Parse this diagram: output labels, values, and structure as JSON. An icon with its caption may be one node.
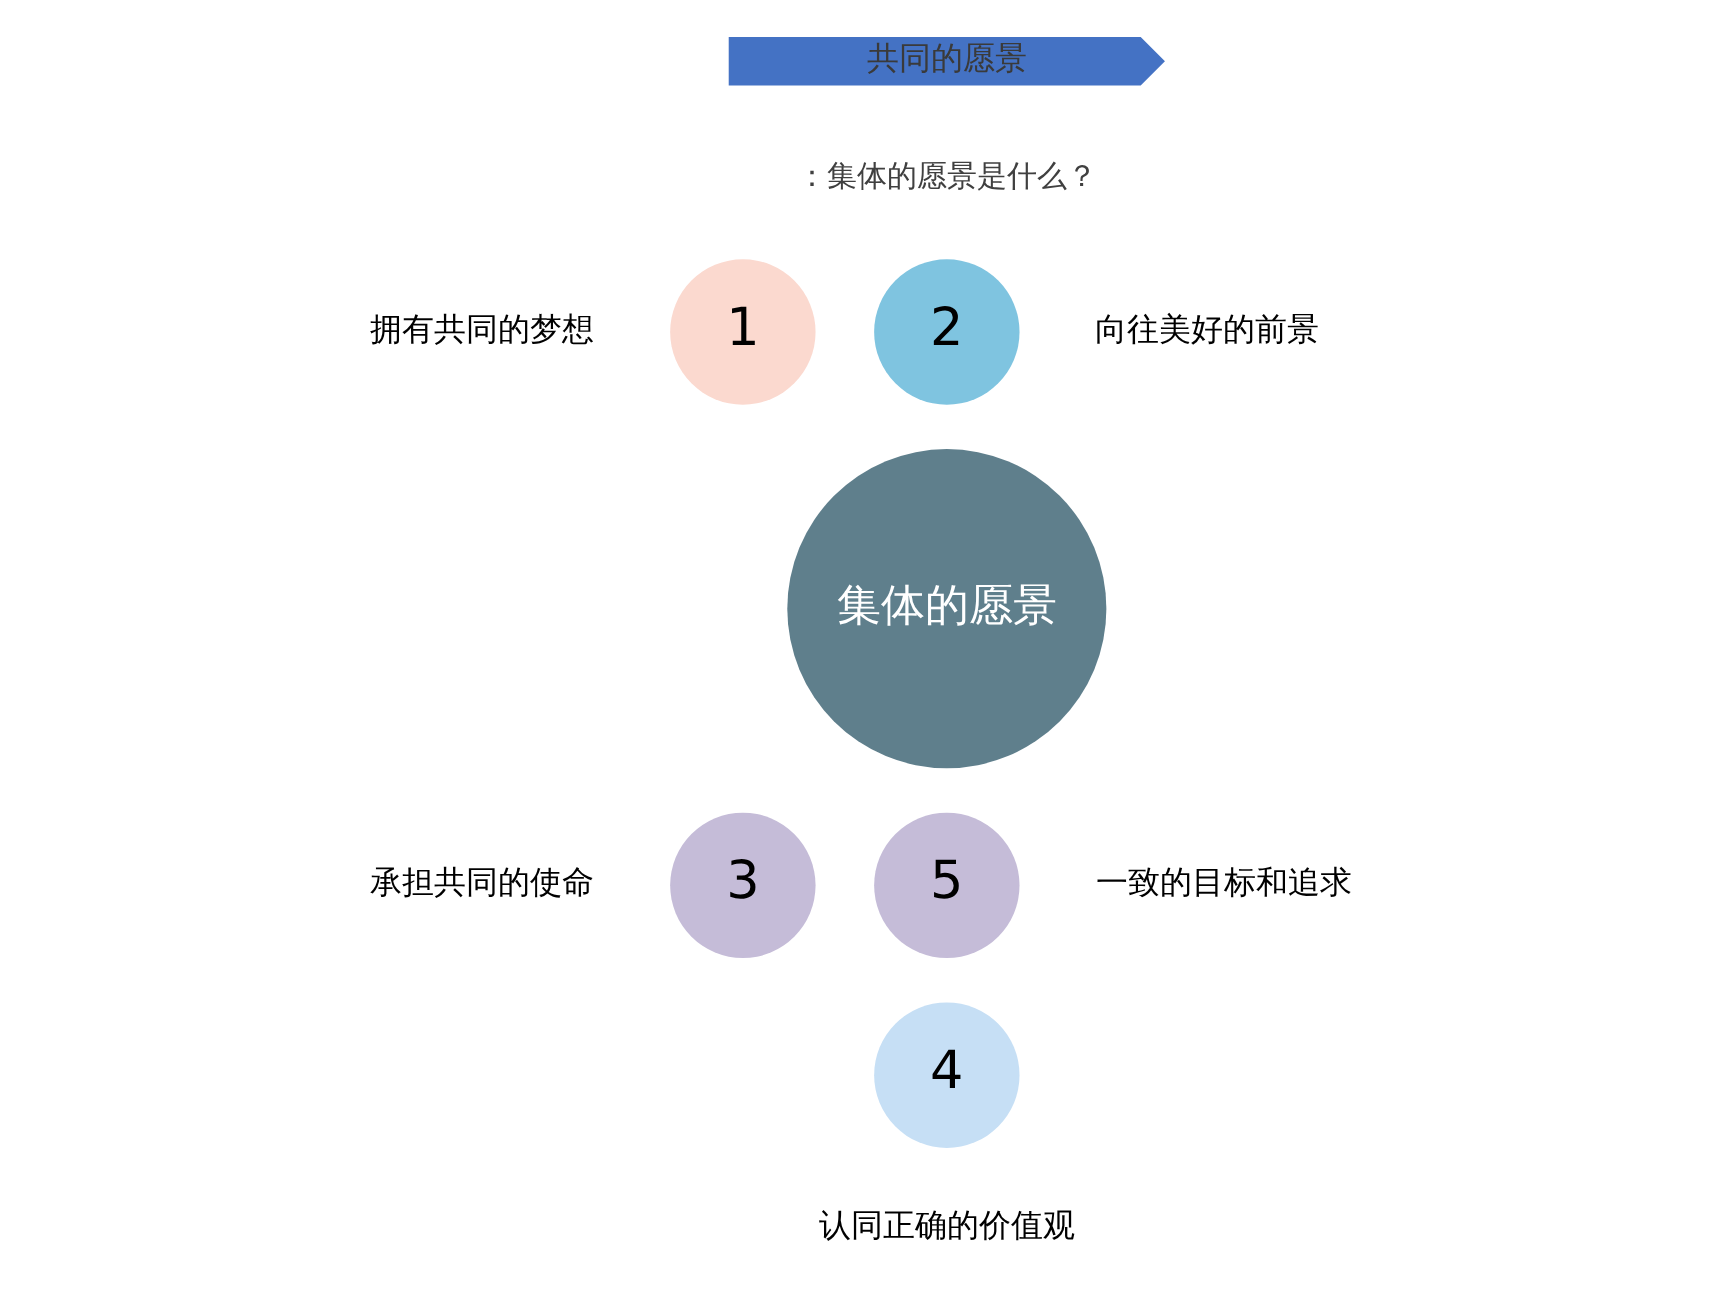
{
  "diagram": {
    "nodes": [
      {
        "text": [
          "共同的愿景"
        ]
      },
      {
        "text": [
          "集体的愿景"
        ]
      },
      {
        "text": [
          "1"
        ],
        "beside": [
          "拥有共同的梦想"
        ]
      },
      {
        "text": [
          "2"
        ],
        "beside": [
          "向往美好的前景"
        ]
      },
      {
        "text": [
          "3"
        ],
        "beside": [
          "承担共同的使命"
        ]
      },
      {
        "text": [
          "4"
        ],
        "beside": [
          "认同正确的价值观"
        ]
      },
      {
        "text": [
          "5"
        ],
        "beside": [
          "一致的目标和追求"
        ]
      }
    ],
    "labels": [
      "：集体的愿景是什么？"
    ]
  }
}
